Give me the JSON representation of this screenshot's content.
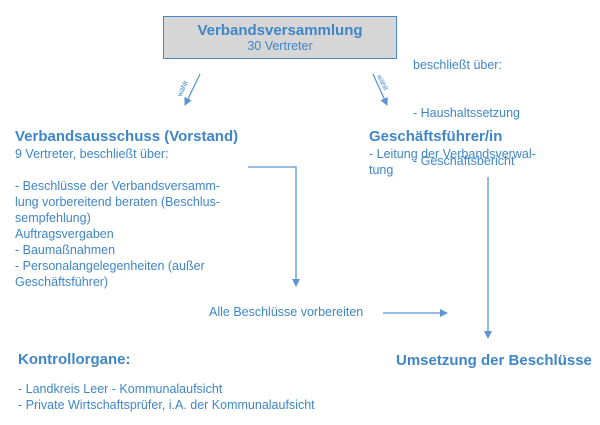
{
  "top_box": {
    "title": "Verbandsversammlung",
    "subtitle": "30 Vertreter"
  },
  "top_note": {
    "lines": [
      "beschließt über:",
      "- Haushaltssetzung",
      "- Geschäftsbericht"
    ]
  },
  "arrow_labels": {
    "left": "wählt",
    "right": "wählt"
  },
  "committee": {
    "heading": "Verbandsausschuss (Vorstand)",
    "lines": [
      "9 Vertreter, beschließt über:",
      "",
      "- Beschlüsse der Verbandsversamm-",
      "lung vorbereitend beraten (Beschlus-",
      "sempfehlung)",
      "Auftragsvergaben",
      "- Baumaßnahmen",
      "- Personalangelegenheiten (außer",
      "Geschäftsführer)"
    ]
  },
  "manager": {
    "heading": "Geschäftsführer/in",
    "lines": [
      "- Leitung der Verbandsverwal-",
      "tung"
    ]
  },
  "prepare_label": "Alle Beschlüsse vorbereiten",
  "control": {
    "heading": "Kontrollorgane:",
    "lines": [
      "- Landkreis Leer - Kommunalaufsicht",
      "- Private Wirtschaftsprüfer, i.A. der Kommunalaufsicht"
    ]
  },
  "implementation": {
    "heading": "Umsetzung der Beschlüsse"
  },
  "colors": {
    "text": "#3f86c9",
    "arrow": "#5b95d6",
    "box_fill": "#d6d6d6"
  }
}
